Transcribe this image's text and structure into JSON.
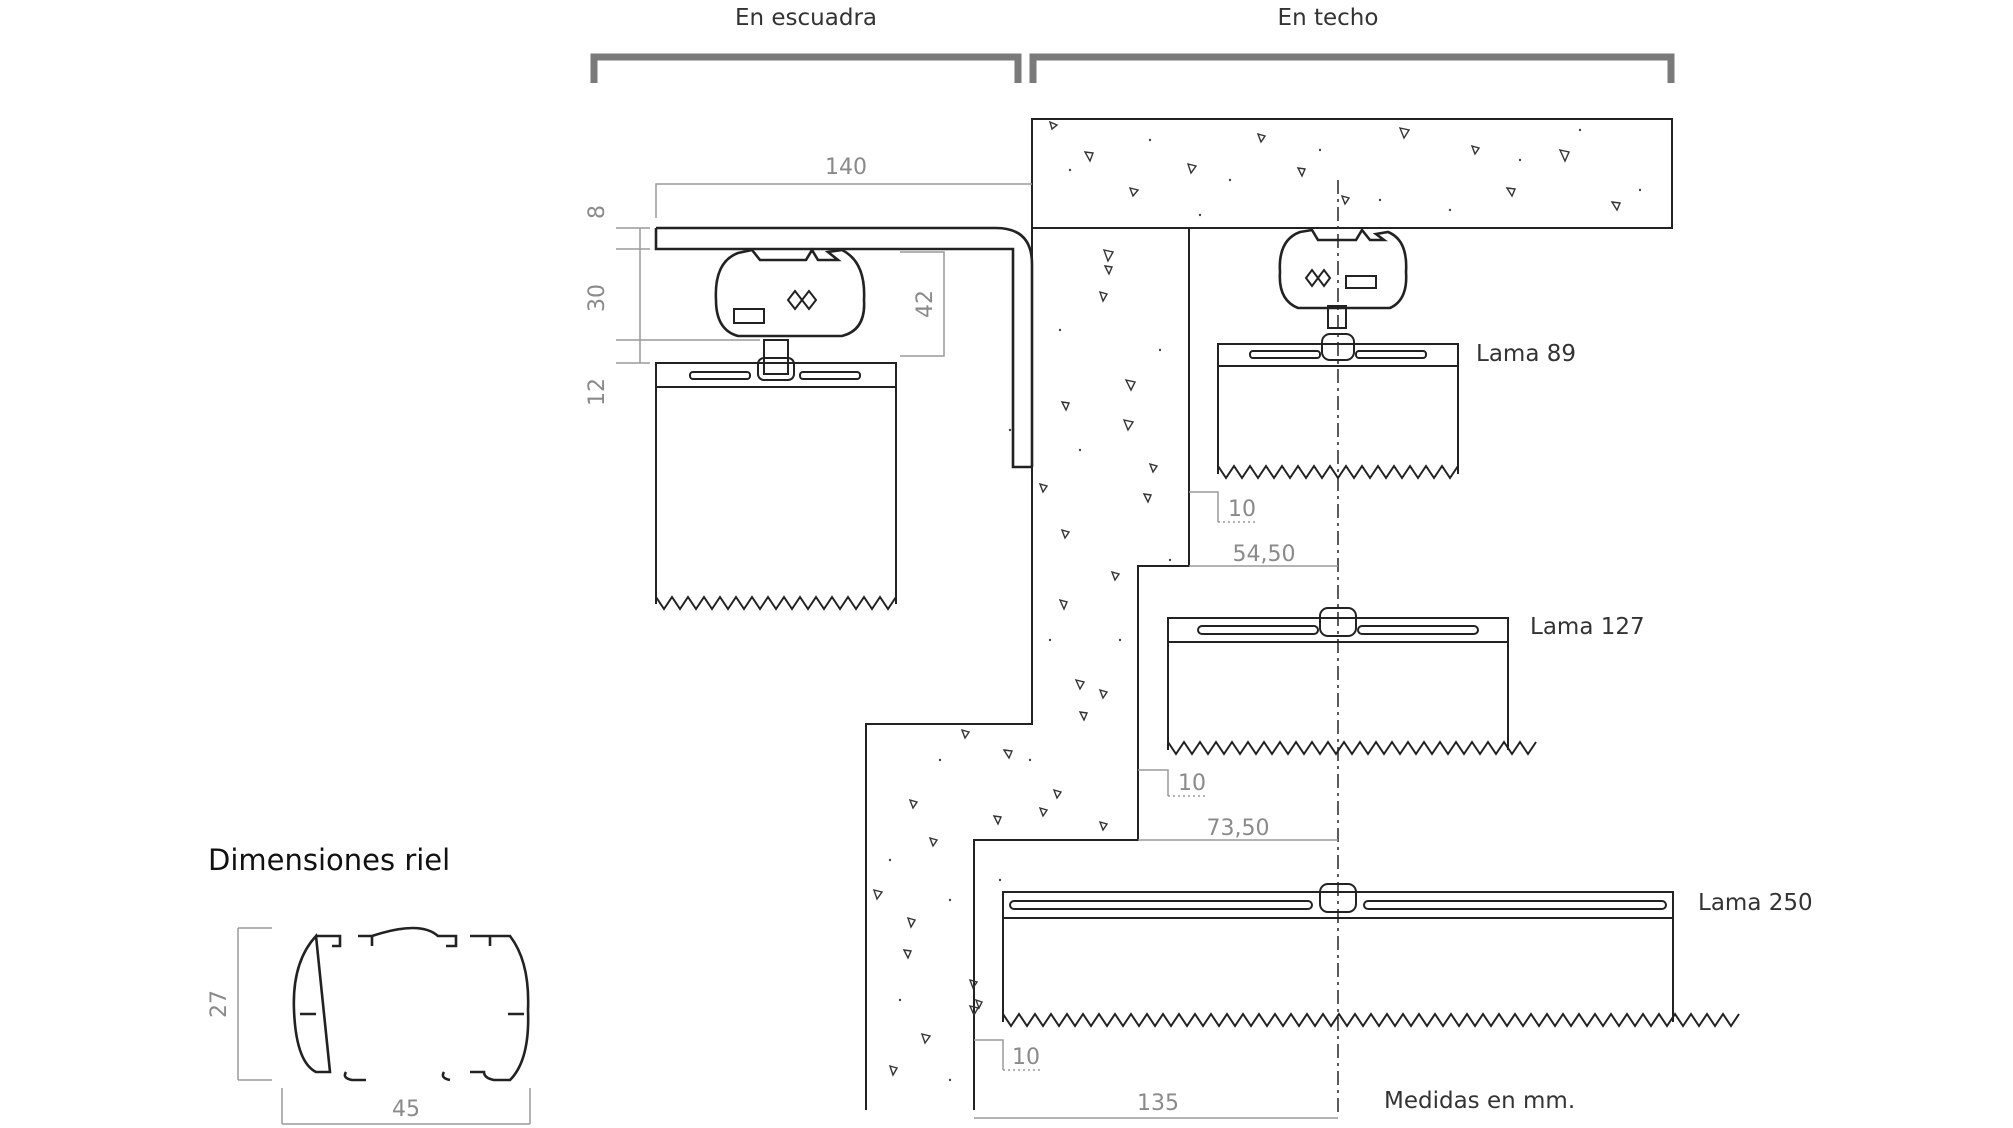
{
  "headers": {
    "corner": "En escuadra",
    "ceiling": "En techo"
  },
  "slats": {
    "l89": "Lama 89",
    "l127": "Lama 127",
    "l250": "Lama 250"
  },
  "corner_dims": {
    "width": "140",
    "top": "8",
    "carriage": "30",
    "gap": "12",
    "bracket": "42"
  },
  "ceiling_dims": {
    "clear89": "10",
    "offset89": "54,50",
    "clear127": "10",
    "offset127": "73,50",
    "clear250": "10",
    "offset250": "135"
  },
  "rail": {
    "title": "Dimensiones riel",
    "height": "27",
    "width": "45"
  },
  "units_note": "Medidas en mm.",
  "colors": {
    "line": "#222222",
    "dimension": "#9a9a9a",
    "bracket": "#7a7a7a",
    "text": "#111111"
  }
}
